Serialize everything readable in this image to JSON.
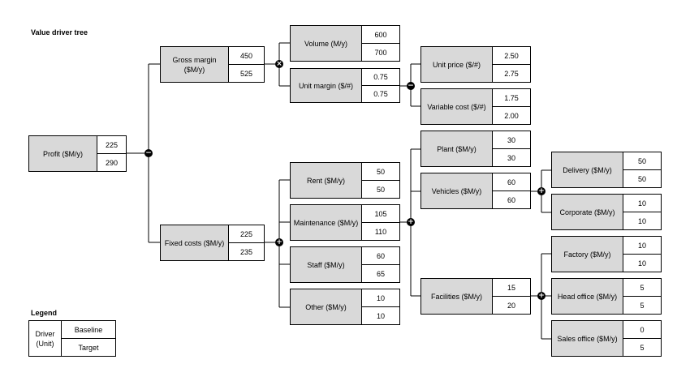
{
  "title": "Value driver tree",
  "legend": {
    "title": "Legend",
    "driver": "Driver\n(Unit)",
    "baseline": "Baseline",
    "target": "Target"
  },
  "nodes": {
    "profit": {
      "label": "Profit ($M/y)",
      "baseline": "225",
      "target": "290"
    },
    "gross_margin": {
      "label": "Gross margin ($M/y)",
      "baseline": "450",
      "target": "525"
    },
    "fixed_costs": {
      "label": "Fixed costs ($M/y)",
      "baseline": "225",
      "target": "235"
    },
    "volume": {
      "label": "Volume (M/y)",
      "baseline": "600",
      "target": "700"
    },
    "unit_margin": {
      "label": "Unit margin ($/#)",
      "baseline": "0.75",
      "target": "0.75"
    },
    "unit_price": {
      "label": "Unit price ($/#)",
      "baseline": "2.50",
      "target": "2.75"
    },
    "variable_cost": {
      "label": "Variable cost ($/#)",
      "baseline": "1.75",
      "target": "2.00"
    },
    "rent": {
      "label": "Rent ($M/y)",
      "baseline": "50",
      "target": "50"
    },
    "maintenance": {
      "label": "Maintenance ($M/y)",
      "baseline": "105",
      "target": "110"
    },
    "staff": {
      "label": "Staff ($M/y)",
      "baseline": "60",
      "target": "65"
    },
    "other": {
      "label": "Other ($M/y)",
      "baseline": "10",
      "target": "10"
    },
    "plant": {
      "label": "Plant ($M/y)",
      "baseline": "30",
      "target": "30"
    },
    "vehicles": {
      "label": "Vehicles ($M/y)",
      "baseline": "60",
      "target": "60"
    },
    "facilities": {
      "label": "Facilities ($M/y)",
      "baseline": "15",
      "target": "20"
    },
    "delivery": {
      "label": "Delivery ($M/y)",
      "baseline": "50",
      "target": "50"
    },
    "corporate": {
      "label": "Corporate ($M/y)",
      "baseline": "10",
      "target": "10"
    },
    "factory": {
      "label": "Factory ($M/y)",
      "baseline": "10",
      "target": "10"
    },
    "head_office": {
      "label": "Head office ($M/y)",
      "baseline": "5",
      "target": "5"
    },
    "sales_office": {
      "label": "Sales office ($M/y)",
      "baseline": "0",
      "target": "5"
    }
  },
  "operators": {
    "profit": "−",
    "gross_margin": "×",
    "unit_margin": "−",
    "fixed_costs": "+",
    "maintenance": "+",
    "vehicles": "+",
    "facilities": "+"
  },
  "colors": {
    "label_fill": "#d9d9d9",
    "border": "#000000",
    "operator": "#000000"
  }
}
